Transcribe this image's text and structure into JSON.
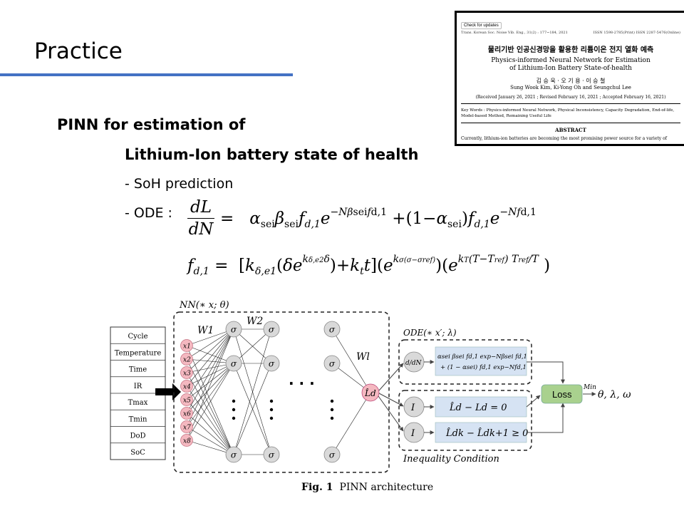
{
  "slide": {
    "title": "Practice",
    "bullets": [
      "PINN for estimation of",
      "Lithium-Ion battery state of health",
      "- SoH prediction",
      "- ODE :"
    ]
  },
  "paper": {
    "badge": "Check for updates",
    "header_left": "Trans. Korean Soc. Noise Vib. Eng., 31(2) : 177~184, 2021",
    "header_right": "ISSN 1598-2785(Print) ISSN 2287-5476(Online)",
    "title_kr": "물리기반 인공신경망을 활용한 리튬이온 전지 열화 예측",
    "title_en_1": "Physics-informed Neural Network for Estimation",
    "title_en_2": "of Lithium-Ion Battery State-of-health",
    "authors_kr": "김 승 욱 · 오 기 용 · 이 승 철",
    "authors_en": "Sung Wook Kim, Ki-Yong Oh and Seungchul Lee",
    "dates": "(Received January 26, 2021 ; Revised February 16, 2021 ; Accepted February 16, 2021)",
    "keywords": "Key Words : Physics-informed Neural Network, Physical Inconsistency, Capacity Degradation, End-of-life, Model-based Method, Remaining Useful Life",
    "abstract_heading": "ABSTRACT",
    "abstract_text": "Currently, lithium-ion batteries are becoming the most promising power source for a variety of"
  },
  "figure": {
    "inputs": [
      "Cycle",
      "Temperature",
      "Time",
      "IR",
      "Tmax",
      "Tmin",
      "DoD",
      "SoC"
    ],
    "nodes": [
      "x1",
      "x2",
      "x3",
      "x4",
      "x5",
      "x6",
      "x7",
      "x8"
    ],
    "nn_label": "NN(∗ x; θ)",
    "w1": "W1",
    "w2": "W2",
    "wl": "Wl",
    "sigma": "σ",
    "dots": "· · ·",
    "output": "L̂d",
    "ode_label": "ODE(∗ x′; λ)",
    "d_dn": "d/dN",
    "ode_line1": "αsei βsei fd,1 exp−Nβsei fd,1",
    "ode_line2": "+ (1 − αsei) fd,1 exp−Nfd,1",
    "i_symbol": "I",
    "ineq1": "L̂d − Ld = 0",
    "ineq2": "L̂dk − L̂dk+1 ≥ 0",
    "ineq_label": "Inequality Condition",
    "loss": "Loss",
    "min": "Min",
    "params": "θ, λ, ω",
    "caption_bold": "Fig. 1",
    "caption_text": "PINN architecture"
  },
  "colors": {
    "title_rule": "#4472c4",
    "node_fill": "#f4b8c0",
    "loss_fill": "#a9d18e",
    "ode_box_fill": "#d6e3f3"
  }
}
